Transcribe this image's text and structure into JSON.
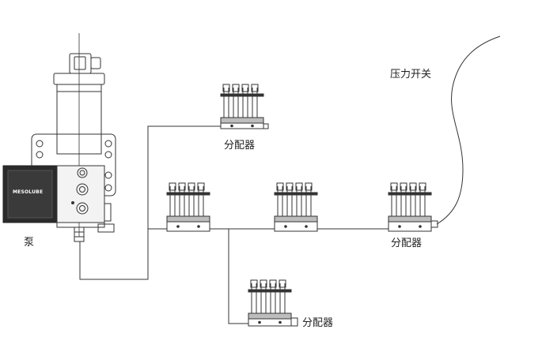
{
  "labels": {
    "pump": "泵",
    "pressure_switch": "压力开关",
    "distributor": "分配器"
  },
  "pump": {
    "brand": "MESOLUBE"
  },
  "colors": {
    "line": "#333333",
    "background": "#ffffff",
    "dark_panel": "#2b2b2b"
  },
  "icons": [
    "pump-icon",
    "distributor-icon",
    "pressure-switch-icon",
    "connector-plug-icon"
  ]
}
